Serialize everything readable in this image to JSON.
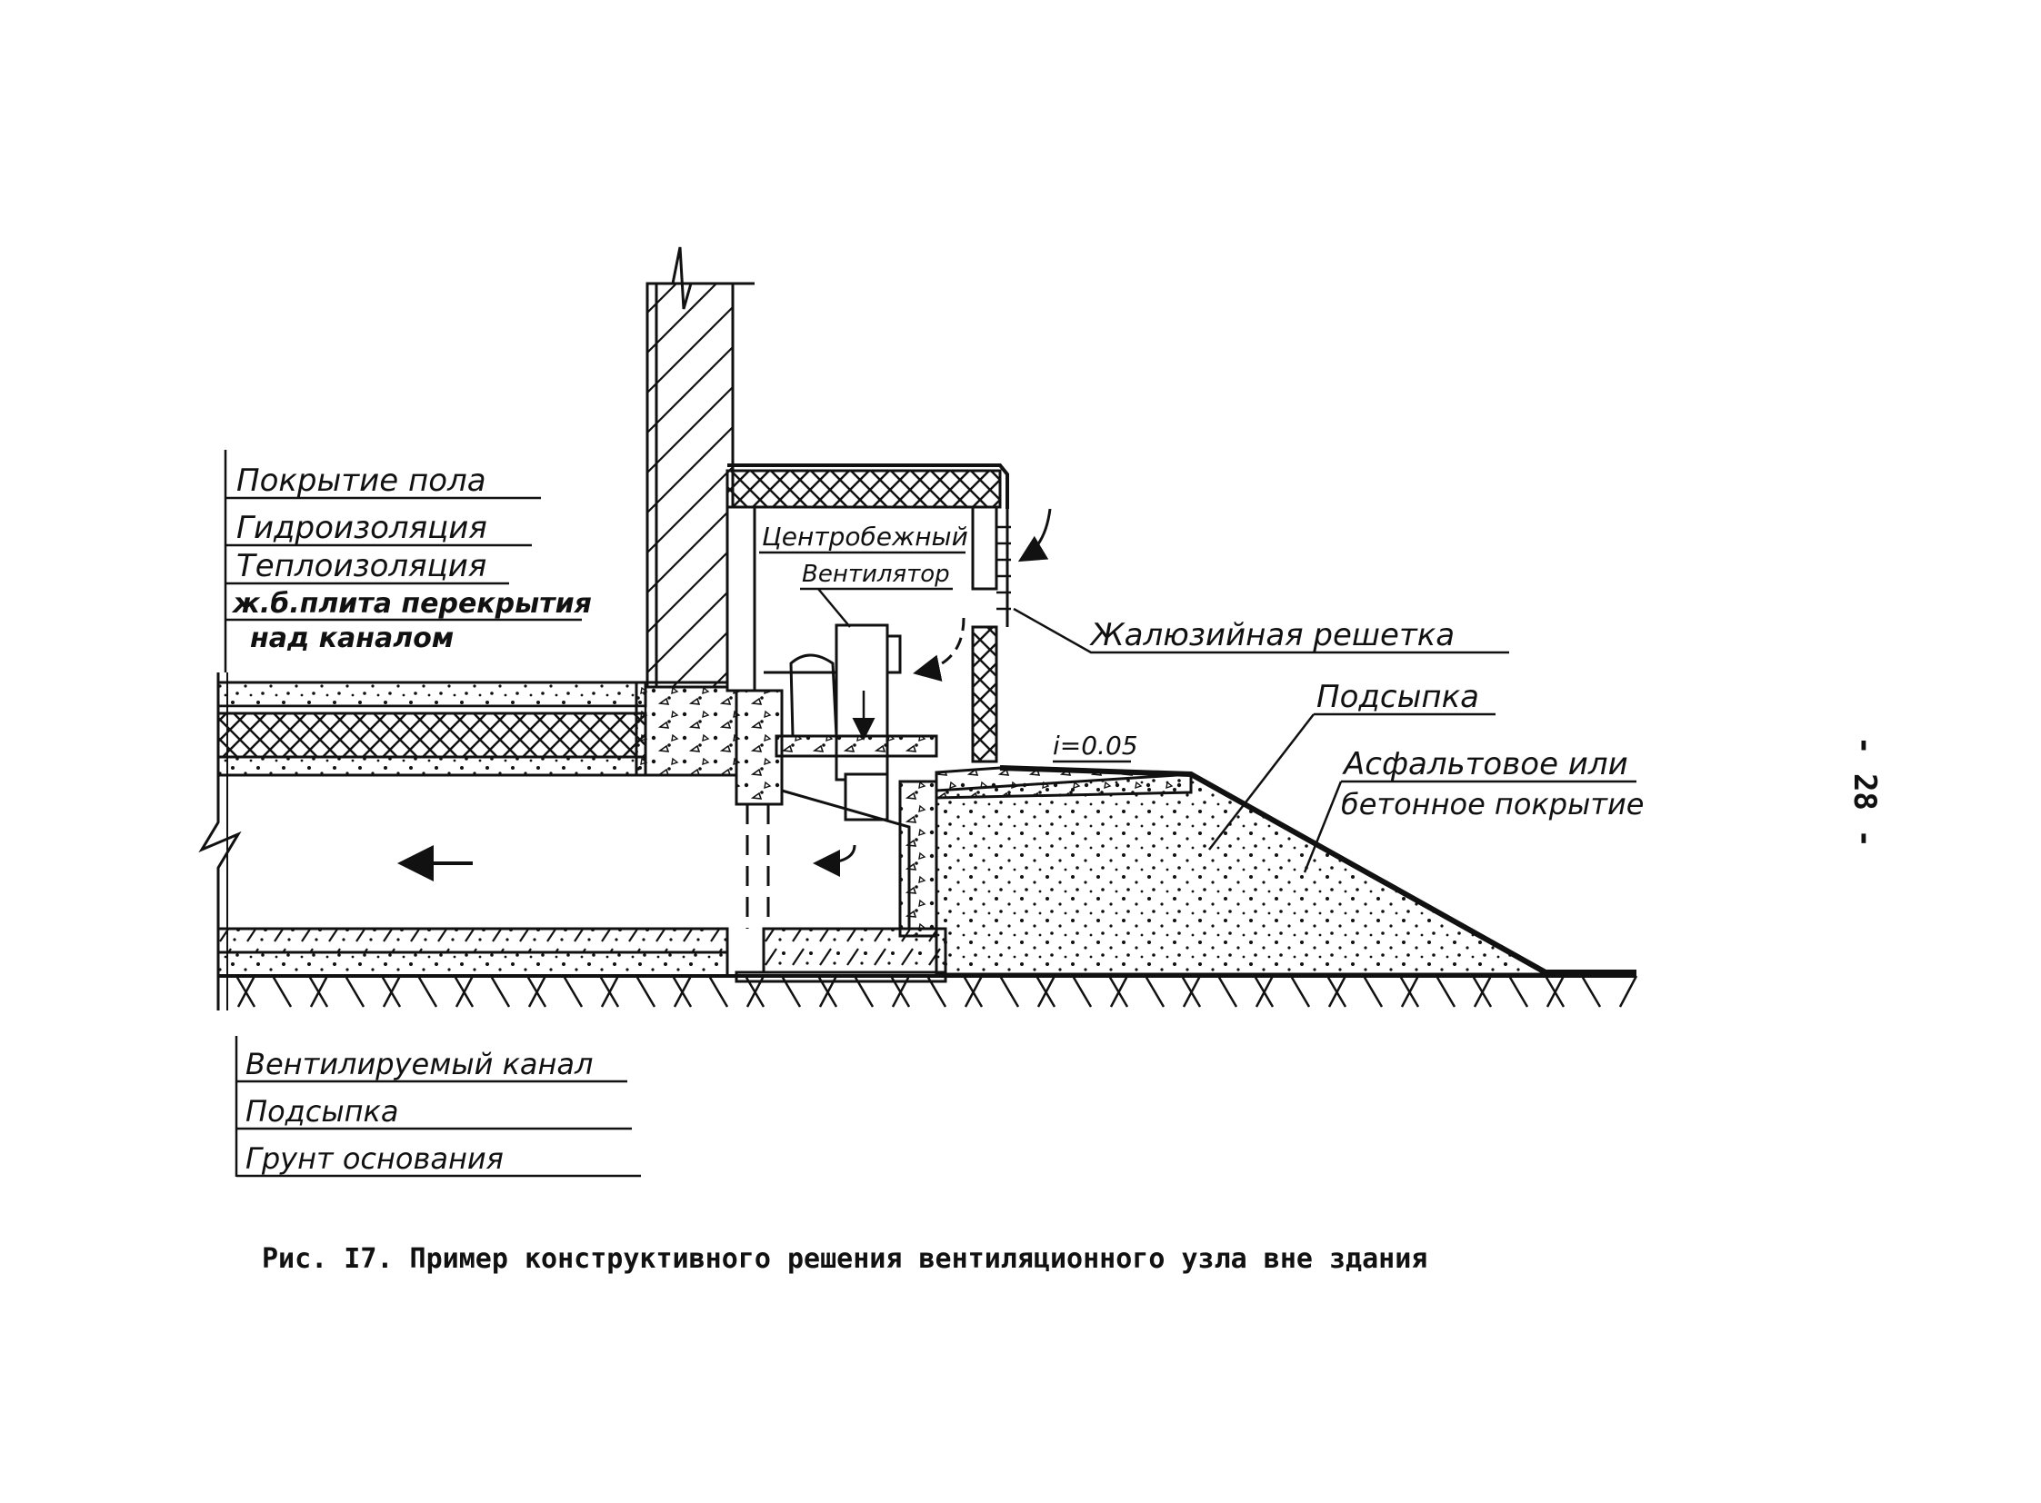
{
  "labels": {
    "floor_covering": "Покрытие пола",
    "waterproofing": "Гидроизоляция",
    "thermal_insulation": "Теплоизоляция",
    "slab_line1": "ж.б.плита перекрытия",
    "slab_line2": "над каналом",
    "fan_line1": "Центробежный",
    "fan_line2": "Вентилятор",
    "louver": "Жалюзийная решетка",
    "backfill_top": "Подсыпка",
    "slope": "i=0.05",
    "asphalt_line1": "Асфальтовое или",
    "asphalt_line2": "бетонное покрытие",
    "vent_channel": "Вентилируемый канал",
    "backfill_bottom": "Подсыпка",
    "base_soil": "Грунт основания"
  },
  "caption": "Рис. I7. Пример конструктивного решения вентиляционного узла вне здания",
  "page_number": "- 28 -",
  "colors": {
    "ink": "#111111",
    "paper": "#ffffff"
  }
}
